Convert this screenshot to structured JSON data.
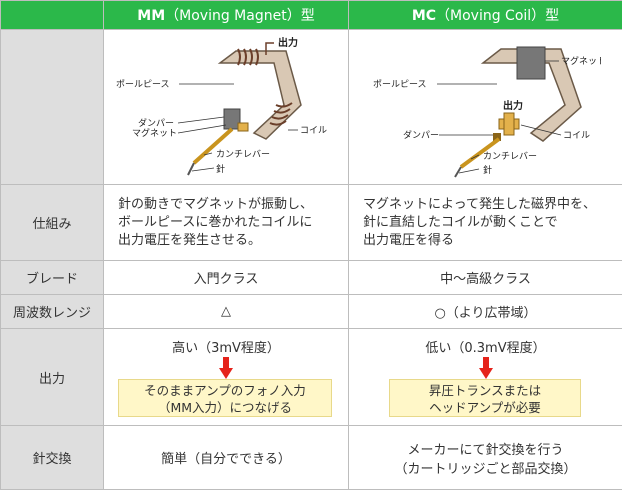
{
  "header": {
    "mm": {
      "code": "MM",
      "name": "（Moving Magnet）型"
    },
    "mc": {
      "code": "MC",
      "name": "（Moving Coil）型"
    }
  },
  "figure_labels": {
    "mm": {
      "output": "出力",
      "pole_piece": "ポールピース",
      "damper": "ダンパー",
      "magnet": "マグネット",
      "coil": "コイル",
      "cantilever": "カンチレバー",
      "needle": "針"
    },
    "mc": {
      "magnet": "マグネット",
      "pole_piece": "ポールピース",
      "output": "出力",
      "damper": "ダンパー",
      "coil": "コイル",
      "cantilever": "カンチレバー",
      "needle": "針"
    }
  },
  "rows": {
    "mechanism": {
      "label": "仕組み",
      "mm": [
        "針の動きでマグネットが振動し、",
        "ボールピースに巻かれたコイルに",
        "出力電圧を発生させる。"
      ],
      "mc": [
        "マグネットによって発生した磁界中を、",
        "針に直結したコイルが動くことで",
        "出力電圧を得る"
      ]
    },
    "grade": {
      "label": "ブレード",
      "mm": "入門クラス",
      "mc": "中〜高級クラス"
    },
    "frequency": {
      "label": "周波数レンジ",
      "mm": "△",
      "mc": "○（より広帯域）"
    },
    "output": {
      "label": "出力",
      "mm": {
        "level": "高い（3mV程度）",
        "note_l1": "そのままアンプのフォノ入力",
        "note_l2": "（MM入力）につなげる"
      },
      "mc": {
        "level": "低い（0.3mV程度）",
        "note_l1": "昇圧トランスまたは",
        "note_l2": "ヘッドアンプが必要"
      }
    },
    "needle_swap": {
      "label": "針交換",
      "mm": "簡単（自分でできる）",
      "mc": {
        "l1": "メーカーにて針交換を行う",
        "l2": "（カートリッジごと部品交換）"
      }
    }
  },
  "colors": {
    "header_bg": "#2bb84a",
    "label_bg": "#dedede",
    "note_bg": "#fff7c8",
    "arrow": "#e5231b"
  }
}
